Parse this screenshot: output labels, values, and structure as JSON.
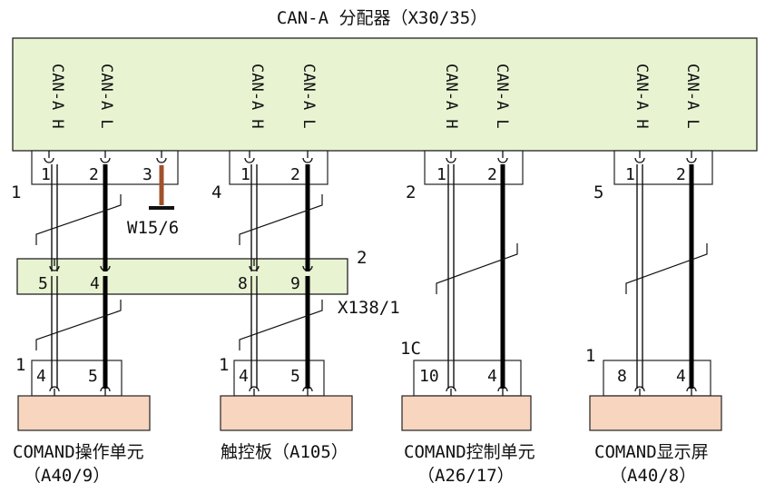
{
  "title": "CAN-A 分配器（X30/35）",
  "distributor": {
    "pin_labels": [
      "CAN-A H",
      "CAN-A L",
      "CAN-A H",
      "CAN-A L",
      "CAN-A H",
      "CAN-A L",
      "CAN-A H",
      "CAN-A L"
    ],
    "connectors": [
      {
        "label": "1",
        "pins": [
          "1",
          "2",
          "3"
        ]
      },
      {
        "label": "4",
        "pins": [
          "1",
          "2"
        ]
      },
      {
        "label": "2",
        "pins": [
          "1",
          "2"
        ]
      },
      {
        "label": "5",
        "pins": [
          "1",
          "2"
        ]
      }
    ],
    "ground": "W15/6"
  },
  "junction": {
    "label": "2",
    "pins": [
      "5",
      "4",
      "8",
      "9"
    ],
    "name": "X138/1"
  },
  "modules": [
    {
      "conn_label": "1",
      "pins": [
        "4",
        "5"
      ],
      "name": "COMAND操作单元",
      "code": "（A40/9）"
    },
    {
      "conn_label": "1",
      "pins": [
        "4",
        "5"
      ],
      "name": "触控板（A105）",
      "code": ""
    },
    {
      "conn_label": "1C",
      "pins": [
        "10",
        "4"
      ],
      "name": "COMAND控制单元",
      "code": "（A26/17）"
    },
    {
      "conn_label": "1",
      "pins": [
        "8",
        "4"
      ],
      "name": "COMAND显示屏",
      "code": "（A40/8）"
    }
  ],
  "colors": {
    "distributor_fill": "#e8f3d2",
    "module_fill": "#f8d5bf",
    "ground_wire": "#a0522d",
    "wire": "#000000"
  }
}
